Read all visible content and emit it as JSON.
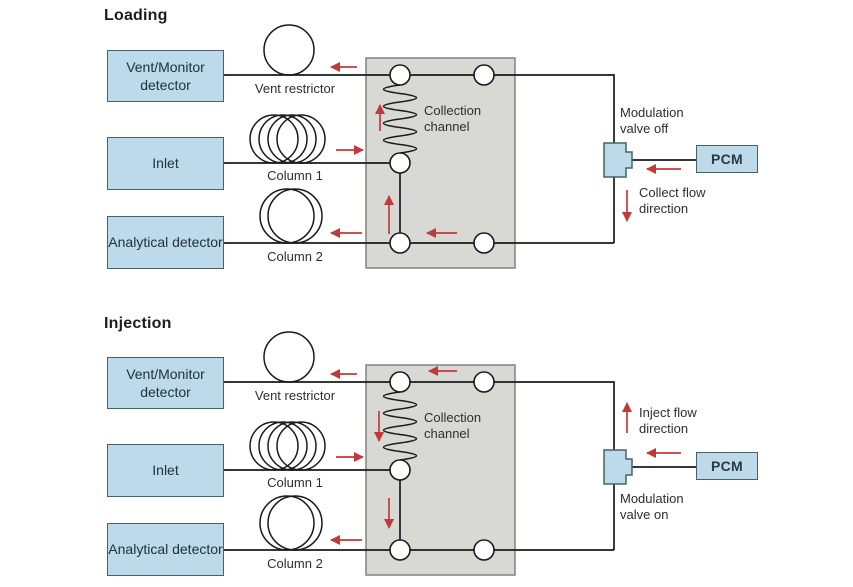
{
  "colors": {
    "box-fill": "#bcdaea",
    "box-border": "#49606c",
    "channel-fill": "#d8d8d4",
    "channel-border": "#82827d",
    "line": "#1a1a1a",
    "arrow": "#c23a38",
    "text": "#2e2e2e"
  },
  "loading": {
    "title": "Loading",
    "vent_monitor_detector": "Vent/Monitor detector",
    "vent_restrictor": "Vent restrictor",
    "inlet": "Inlet",
    "column_1": "Column 1",
    "analytical_detector": "Analytical detector",
    "column_2": "Column 2",
    "collection_channel": "Collection channel",
    "modulation_valve": "Modulation valve off",
    "flow_direction": "Collect flow direction",
    "pcm": "PCM"
  },
  "injection": {
    "title": "Injection",
    "vent_monitor_detector": "Vent/Monitor detector",
    "vent_restrictor": "Vent restrictor",
    "inlet": "Inlet",
    "column_1": "Column 1",
    "analytical_detector": "Analytical detector",
    "column_2": "Column 2",
    "collection_channel": "Collection channel",
    "modulation_valve": "Modulation valve on",
    "flow_direction": "Inject flow direction",
    "pcm": "PCM"
  }
}
